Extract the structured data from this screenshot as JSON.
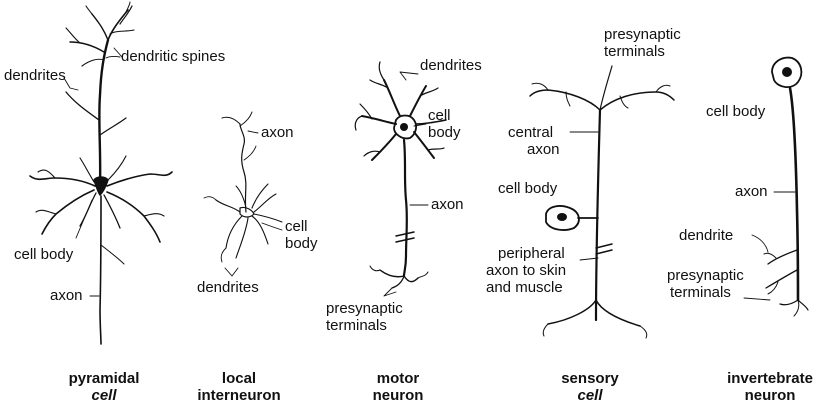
{
  "labels": {
    "dendritic_spines": "dendritic spines",
    "dendrites_pyramidal": "dendrites",
    "cell_body_pyramidal": "cell body",
    "axon_pyramidal": "axon",
    "axon_interneuron": "axon",
    "cell_interneuron": "cell",
    "body_interneuron": "body",
    "dendrites_interneuron": "dendrites",
    "dendrites_motor": "dendrites",
    "cell_motor": "cell",
    "body_motor": "body",
    "axon_motor": "axon",
    "presynaptic_motor_1": "presynaptic",
    "presynaptic_motor_2": "terminals",
    "presynaptic_sensory_1": "presynaptic",
    "presynaptic_sensory_2": "terminals",
    "central_axon_1": "central",
    "central_axon_2": "axon",
    "cell_body_sensory": "cell body",
    "peripheral_1": "peripheral",
    "peripheral_2": "axon to skin",
    "peripheral_3": "and muscle",
    "cell_body_invert": "cell body",
    "axon_invert": "axon",
    "dendrite_invert": "dendrite",
    "presynaptic_invert_1": "presynaptic",
    "presynaptic_invert_2": "terminals"
  },
  "captions": {
    "pyramidal_1": "pyramidal",
    "pyramidal_2": "cell",
    "interneuron_1": "local",
    "interneuron_2": "interneuron",
    "motor_1": "motor",
    "motor_2": "neuron",
    "sensory_1": "sensory",
    "sensory_2": "cell",
    "invertebrate_1": "invertebrate",
    "invertebrate_2": "neuron"
  }
}
